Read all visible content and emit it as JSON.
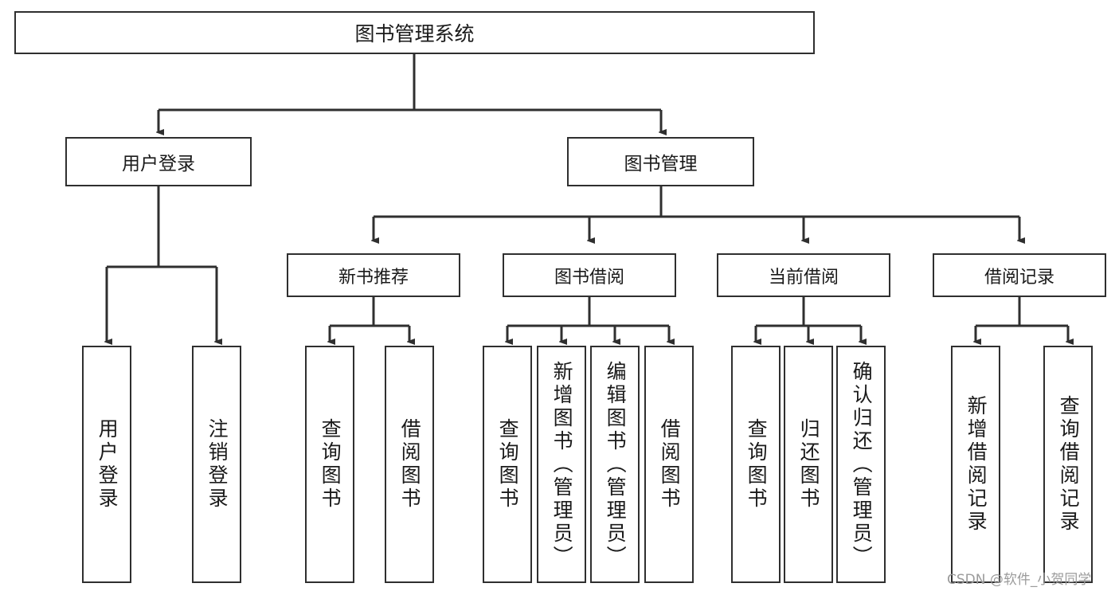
{
  "diagram": {
    "type": "tree",
    "title": "图书管理系统",
    "root": {
      "label": "图书管理系统"
    },
    "level2": [
      {
        "label": "用户登录"
      },
      {
        "label": "图书管理"
      }
    ],
    "level3": [
      {
        "label": "新书推荐"
      },
      {
        "label": "图书借阅"
      },
      {
        "label": "当前借阅"
      },
      {
        "label": "借阅记录"
      }
    ],
    "leaves": {
      "user_login": [
        {
          "label": "用户登录"
        },
        {
          "label": "注销登录"
        }
      ],
      "new_book_recommend": [
        {
          "label": "查询图书"
        },
        {
          "label": "借阅图书"
        }
      ],
      "book_borrow": [
        {
          "label": "查询图书"
        },
        {
          "label": "新增图书（管理员）"
        },
        {
          "label": "编辑图书（管理员）"
        },
        {
          "label": "借阅图书"
        }
      ],
      "current_borrow": [
        {
          "label": "查询图书"
        },
        {
          "label": "归还图书"
        },
        {
          "label": "确认归还（管理员）"
        }
      ],
      "borrow_record": [
        {
          "label": "新增借阅记录"
        },
        {
          "label": "查询借阅记录"
        }
      ]
    },
    "watermark": "CSDN @软件_小贺同学",
    "colors": {
      "stroke": "#2f2f2f",
      "background": "#ffffff",
      "text": "#1a1a1a",
      "watermark": "#9b9b9b"
    }
  }
}
